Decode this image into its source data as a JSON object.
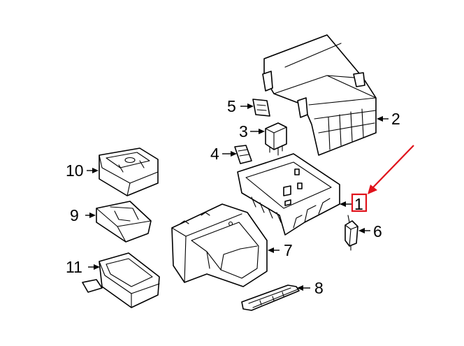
{
  "callouts": {
    "c1": "1",
    "c2": "2",
    "c3": "3",
    "c4": "4",
    "c5": "5",
    "c6": "6",
    "c7": "7",
    "c8": "8",
    "c9": "9",
    "c10": "10",
    "c11": "11"
  },
  "colors": {
    "line": "#000000",
    "highlight": "#e0121b",
    "background": "#ffffff"
  }
}
